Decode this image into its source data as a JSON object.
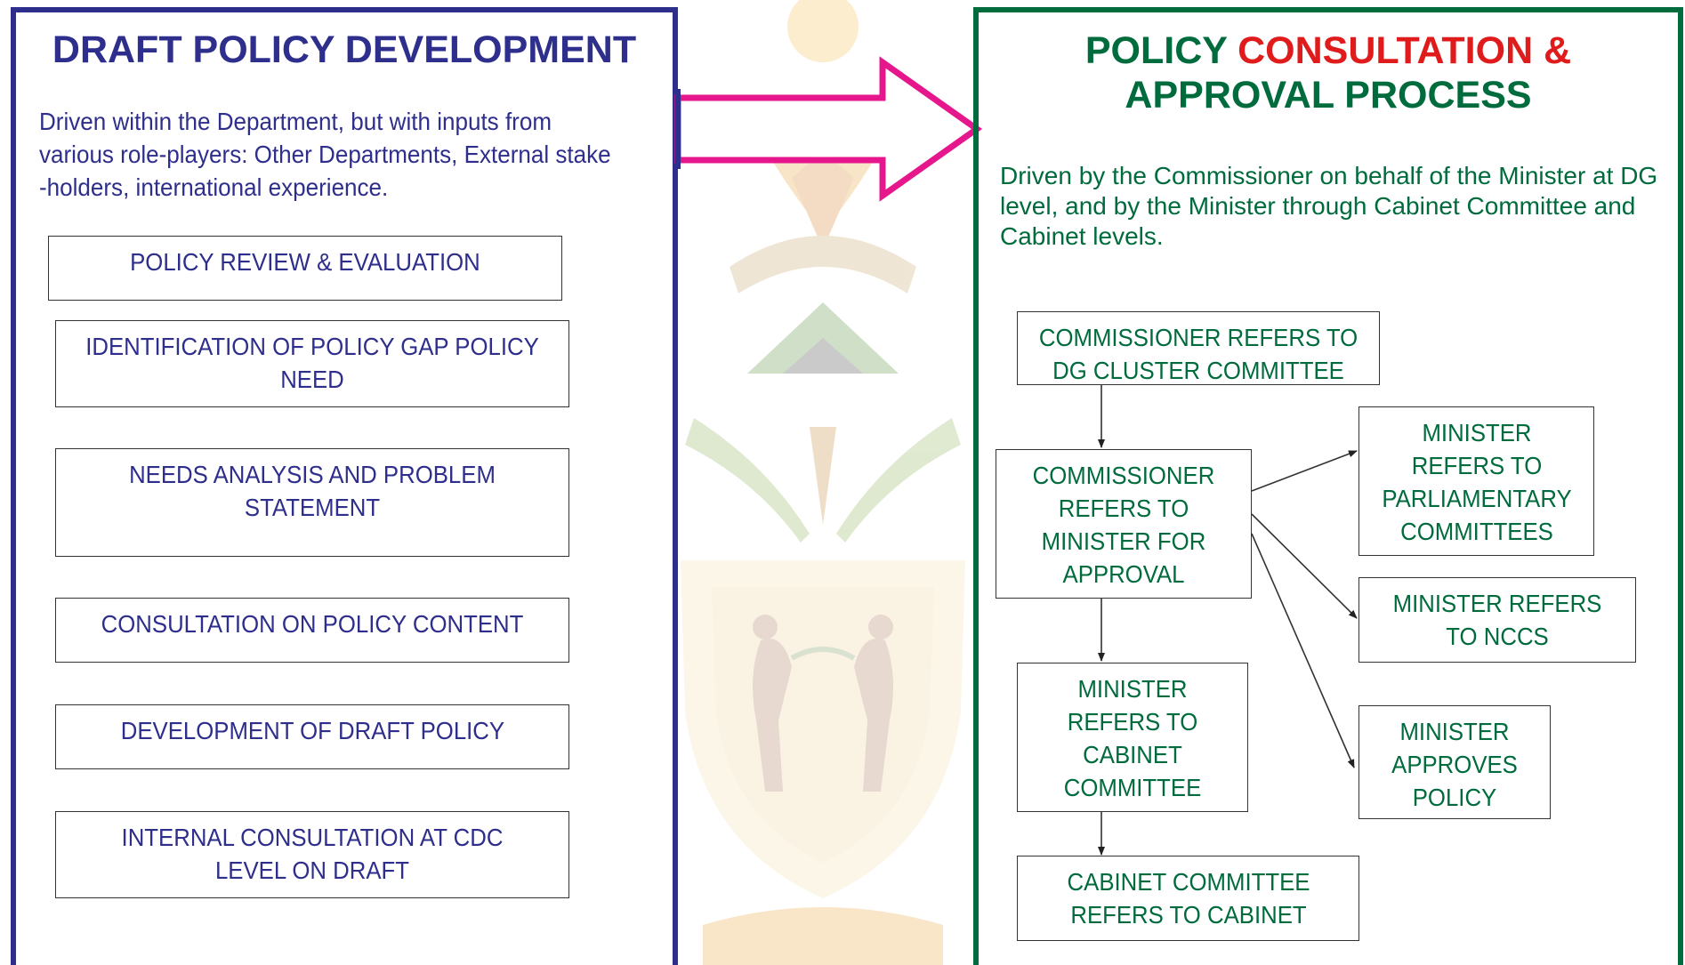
{
  "left": {
    "title": "DRAFT POLICY DEVELOPMENT",
    "description": "Driven within the Department, but with inputs from various role-players: Other Departments, External stake -holders, international experience.",
    "steps": [
      "POLICY REVIEW & EVALUATION",
      "IDENTIFICATION OF POLICY GAP POLICY NEED",
      "NEEDS ANALYSIS AND PROBLEM STATEMENT",
      "CONSULTATION ON POLICY CONTENT",
      "DEVELOPMENT OF DRAFT POLICY",
      "INTERNAL CONSULTATION AT CDC LEVEL ON DRAFT"
    ]
  },
  "right": {
    "title_part1": "POLICY ",
    "title_part2": "CONSULTATION &",
    "title_part3": "APPROVAL PROCESS",
    "description": "Driven by the Commissioner on behalf of the Minister at DG level, and by the Minister through Cabinet Committee and Cabinet levels.",
    "nodes": {
      "dg_cluster": "COMMISSIONER REFERS TO DG CLUSTER COMMITTEE",
      "to_minister": "COMMISSIONER REFERS TO MINISTER FOR APPROVAL",
      "to_parliament": "MINISTER REFERS TO PARLIAMENTARY COMMITTEES",
      "to_nccs": "MINISTER REFERS TO NCCS",
      "approves": "MINISTER APPROVES POLICY",
      "to_cabinet_committee": "MINISTER REFERS TO CABINET COMMITTEE",
      "to_cabinet": "CABINET COMMITTEE REFERS TO CABINET"
    }
  },
  "colors": {
    "left_accent": "#2e2e8c",
    "right_accent": "#006b3c",
    "highlight_red": "#e01b1b",
    "arrow": "#e6178c"
  }
}
